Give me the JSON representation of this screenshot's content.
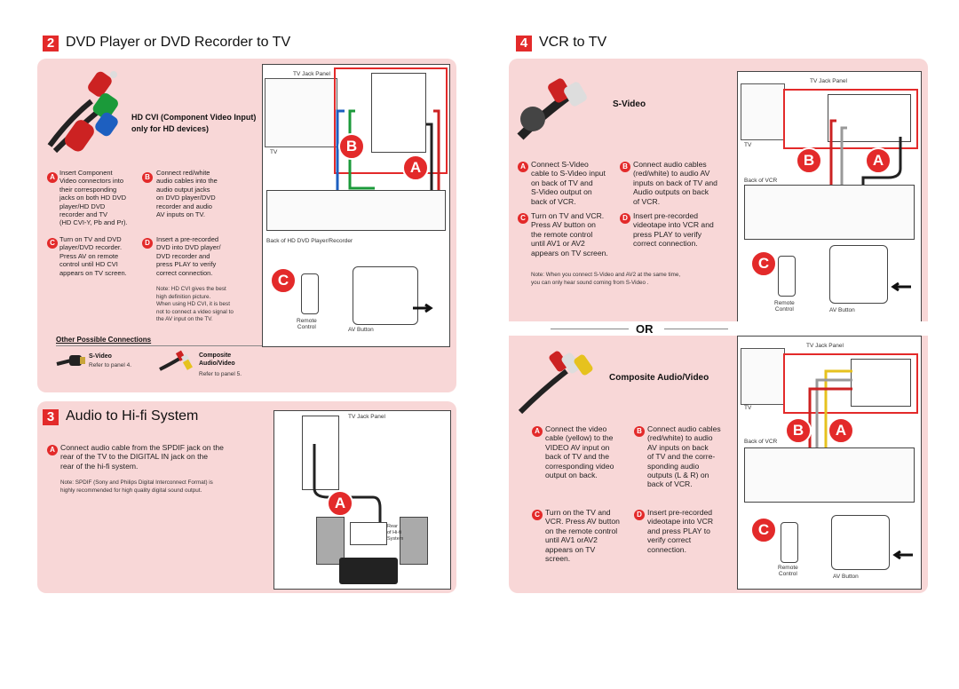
{
  "section2": {
    "number": "2",
    "title": "DVD Player or DVD Recorder to TV",
    "hd_cvi_title": "HD CVI (Component Video Input)",
    "hd_cvi_subtitle": "only for HD devices)",
    "step_a": "Insert Component\nVideo connectors into\ntheir corresponding\njacks on both HD DVD\nplayer/HD DVD\nrecorder and TV\n(HD CVI-Y, Pb and Pr).",
    "step_b": "Connect red/white\naudio cables into the\naudio output jacks\non DVD player/DVD\nrecorder and audio\nAV inputs on TV.",
    "step_c": "Turn on TV and DVD\nplayer/DVD recorder.\nPress AV on remote\ncontrol until HD CVI\nappears on TV screen.",
    "step_d": "Insert a pre-recorded\nDVD into DVD player/\nDVD recorder and\npress PLAY to verify\ncorrect connection.",
    "note": "Note: HD CVI gives the best\nhigh definition picture.\nWhen using HD CVI, it is best\nnot to connect a video signal to\nthe AV input on the TV.",
    "tv_jack_panel": "TV Jack Panel",
    "tv_label": "TV",
    "back_label": "Back of HD DVD Player/Recorder",
    "remote_label": "Remote\nControl",
    "av_button_label": "AV Button",
    "other_title": "Other Possible Connections",
    "other_svideo_title": "S-Video",
    "other_svideo_ref": "Refer to panel 4.",
    "other_composite_title": "Composite\nAudio/Video",
    "other_composite_ref": "Refer to panel 5."
  },
  "section3": {
    "number": "3",
    "title": "Audio to Hi-fi System",
    "step_a": "Connect audio cable from the SPDIF jack on the\nrear of the TV to the DIGITAL IN jack on the\nrear of the hi-fi system.",
    "note": "Note: SPDIF (Sony and Philips Digital Interconnect Format) is\nhighly recommended for high quality digital sound output.",
    "tv_jack_panel": "TV Jack Panel",
    "rear_label": "Rear\nof Hi-fi\nSystem"
  },
  "section4": {
    "number": "4",
    "title": "VCR to TV",
    "svideo_title": "S-Video",
    "step_a": "Connect S-Video\ncable to S-Video input\non back of TV and\nS-Video output on\nback of VCR.",
    "step_b": "Connect audio cables\n(red/white) to audio AV\ninputs on back of TV and\nAudio outputs on back\nof VCR.",
    "step_c": "Turn on TV and VCR.\nPress AV button on\nthe remote control\nuntil AV1 or AV2\nappears on TV screen.",
    "step_d": "Insert pre-recorded\nvideotape into VCR and\npress PLAY to verify\ncorrect connection.",
    "note": "Note: When you connect S-Video and AV2 at the same time,\nyou can only hear sound coming from S-Video .",
    "tv_jack_panel": "TV Jack Panel",
    "tv_label": "TV",
    "back_vcr": "Back of VCR",
    "remote_label": "Remote\nControl",
    "av_button_label": "AV Button",
    "or_label": "OR",
    "composite_title": "Composite Audio/Video",
    "comp_step_a": "Connect the video\ncable (yellow) to the\nVIDEO AV input on\nback of TV and the\ncorresponding video\noutput on back.",
    "comp_step_b": "Connect audio cables\n(red/white) to audio\nAV inputs on back\nof TV and the corre-\nsponding audio\noutputs (L & R) on\nback of VCR.",
    "comp_step_c": "Turn on the TV and\nVCR. Press AV button\non the remote control\nuntil AV1 orAV2\nappears on TV\nscreen.",
    "comp_step_d": "Insert pre-recorded\nvideotape into VCR\nand press PLAY to\nverify correct\nconnection.",
    "tv_jack_panel2": "TV Jack Panel",
    "tv_label2": "TV",
    "back_vcr2": "Back of VCR",
    "remote_label2": "Remote\nControl",
    "av_button_label2": "AV Button"
  },
  "markers": {
    "a": "A",
    "b": "B",
    "c": "C",
    "d": "D"
  },
  "colors": {
    "accent": "#e32a2a",
    "panel": "#f8d7d7"
  }
}
